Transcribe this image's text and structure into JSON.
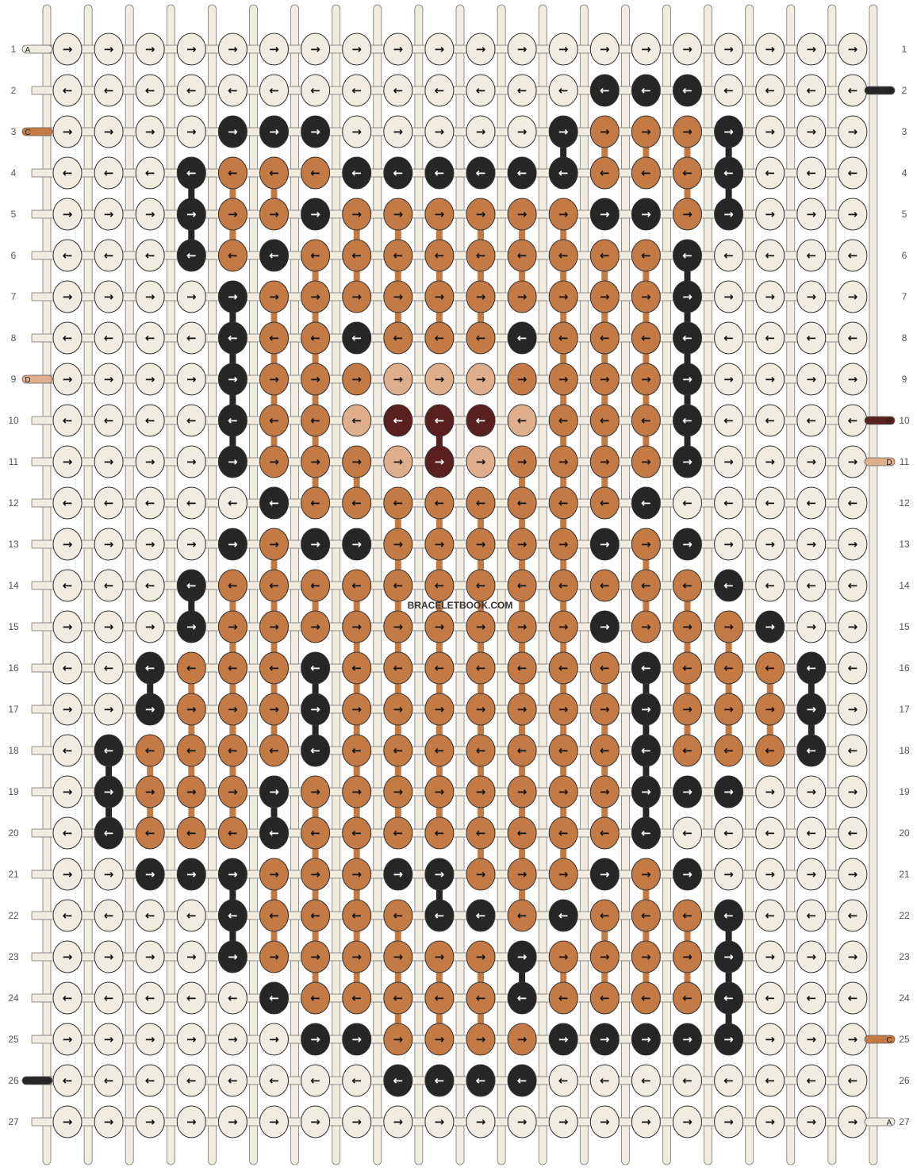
{
  "site_watermark": "BRACELETBOOK.COM",
  "colors": {
    "W": "#f1ece0",
    "K": "#262626",
    "T": "#c47a45",
    "P": "#dfae8c",
    "M": "#5a2020"
  },
  "string_labels": {
    "left": [
      {
        "row": 1,
        "label": "A",
        "color": "W"
      },
      {
        "row": 3,
        "label": "C",
        "color": "T"
      },
      {
        "row": 9,
        "label": "D",
        "color": "P"
      },
      {
        "row": 26,
        "label": "B",
        "color": "K"
      }
    ],
    "right": [
      {
        "row": 2,
        "label": "B",
        "color": "K"
      },
      {
        "row": 10,
        "label": "E",
        "color": "M"
      },
      {
        "row": 11,
        "label": "D",
        "color": "P"
      },
      {
        "row": 25,
        "label": "C",
        "color": "T"
      },
      {
        "row": 27,
        "label": "A",
        "color": "W"
      }
    ]
  },
  "pattern": {
    "rows": 27,
    "columns": 20,
    "knots": [
      "WWWWWWWWWWWWWWWWWWWW",
      "WWWWWWWWWWWWWKKKWWWW",
      "WWWWKKKWWWWWKTTTKWWW",
      "WWWKTTTKKKKKKTTTKWWW",
      "WWWKTTKTTTTTTKKTKWWW",
      "WWWKTKTTTTTTTTTKWWWW",
      "WWWWKTTTTTTTTTTKWWWW",
      "WWWWKTTKTTTKTTTKWWWW",
      "WWWWKTTTPPPTTTTKWWWW",
      "WWWWKTTPMMMPTTTKWWWW",
      "WWWWKTTTPMPTTTTKWWWW",
      "WWWWWKTTTTTTTTKWWWWW",
      "WWWWKTKKTTTTTKTKWWWW",
      "WWWKTTTTTTTTTTTTKWWW",
      "WWWKTTTTTTTTTKTTTKWW",
      "WWKTTTKTTTTTTTKTTTKW",
      "WWKTTTKTTTTTTTKTTTKW",
      "WKTTTTKTTTTTTTKTTTKW",
      "WKTTTKTTTTTTTTKKKWWW",
      "WKTTTKTTTTTTTTKWWWWW",
      "WWKKKTTTKKTTTKTKWWWW",
      "WWWWKTTTTKKTKTTTKWWW",
      "WWWWKTTTTTTKTTTTKWWW",
      "WWWWWKTTTTTKTTTTKWWW",
      "WWWWWWKKTTTTKKKKKWWW",
      "WWWWWWWWKKKKWWWWWWWW",
      "WWWWWWWWWWWWWWWWWWWW"
    ]
  }
}
